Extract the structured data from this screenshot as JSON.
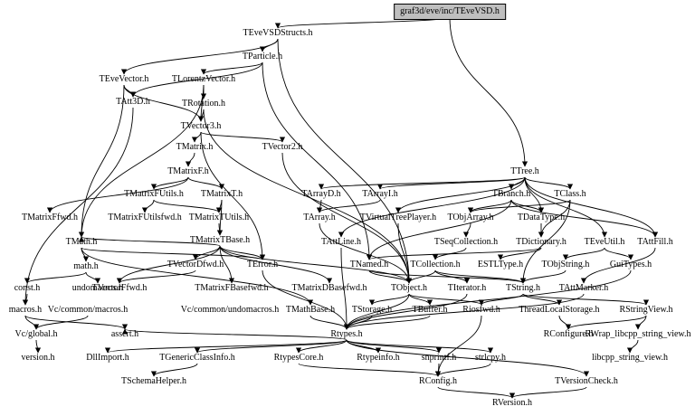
{
  "colors": {
    "root_fill": "#bfbfbf",
    "edge": "#000000",
    "background": "#ffffff"
  },
  "nodes": [
    {
      "id": "root",
      "label": "graf3d/eve/inc/TEveVSD.h"
    },
    {
      "id": "vsdstructs",
      "label": "TEveVSDStructs.h"
    },
    {
      "id": "particle",
      "label": "TParticle.h"
    },
    {
      "id": "evevector",
      "label": "TEveVector.h"
    },
    {
      "id": "lorentz",
      "label": "TLorentzVector.h"
    },
    {
      "id": "att3d",
      "label": "TAtt3D.h"
    },
    {
      "id": "rotation",
      "label": "TRotation.h"
    },
    {
      "id": "vector3",
      "label": "TVector3.h"
    },
    {
      "id": "matrix",
      "label": "TMatrix.h"
    },
    {
      "id": "vector2",
      "label": "TVector2.h"
    },
    {
      "id": "matrixf",
      "label": "TMatrixF.h"
    },
    {
      "id": "ttree",
      "label": "TTree.h"
    },
    {
      "id": "mfutils",
      "label": "TMatrixFUtils.h"
    },
    {
      "id": "matrixt",
      "label": "TMatrixT.h"
    },
    {
      "id": "arrayd",
      "label": "TArrayD.h"
    },
    {
      "id": "arrayi",
      "label": "TArrayI.h"
    },
    {
      "id": "branch",
      "label": "TBranch.h"
    },
    {
      "id": "tclass",
      "label": "TClass.h"
    },
    {
      "id": "mffwd",
      "label": "TMatrixFfwd.h"
    },
    {
      "id": "mfutilsfwd",
      "label": "TMatrixFUtilsfwd.h"
    },
    {
      "id": "mtutils",
      "label": "TMatrixTUtils.h"
    },
    {
      "id": "tarray",
      "label": "TArray.h"
    },
    {
      "id": "vtreeplayer",
      "label": "TVirtualTreePlayer.h"
    },
    {
      "id": "objarray",
      "label": "TObjArray.h"
    },
    {
      "id": "datatype",
      "label": "TDataType.h"
    },
    {
      "id": "tmath",
      "label": "TMath.h"
    },
    {
      "id": "mtbase",
      "label": "TMatrixTBase.h"
    },
    {
      "id": "attline",
      "label": "TAttLine.h"
    },
    {
      "id": "seqcoll",
      "label": "TSeqCollection.h"
    },
    {
      "id": "dictionary",
      "label": "TDictionary.h"
    },
    {
      "id": "eveutil",
      "label": "TEveUtil.h"
    },
    {
      "id": "attfill",
      "label": "TAttFill.h"
    },
    {
      "id": "mathh",
      "label": "math.h"
    },
    {
      "id": "vdfwd",
      "label": "TVectorDfwd.h"
    },
    {
      "id": "terror",
      "label": "TError.h"
    },
    {
      "id": "tnamed",
      "label": "TNamed.h"
    },
    {
      "id": "tcollection",
      "label": "TCollection.h"
    },
    {
      "id": "esttype",
      "label": "ESTLType.h"
    },
    {
      "id": "objstring",
      "label": "TObjString.h"
    },
    {
      "id": "guitypes",
      "label": "GuiTypes.h"
    },
    {
      "id": "consth",
      "label": "const.h"
    },
    {
      "id": "undomacros",
      "label": "undomacros.h"
    },
    {
      "id": "vffwd",
      "label": "TVectorFfwd.h"
    },
    {
      "id": "mfbasefwd",
      "label": "TMatrixFBasefwd.h"
    },
    {
      "id": "mdbasefwd",
      "label": "TMatrixDBasefwd.h"
    },
    {
      "id": "tobject",
      "label": "TObject.h"
    },
    {
      "id": "titerator",
      "label": "TIterator.h"
    },
    {
      "id": "tstring",
      "label": "TString.h"
    },
    {
      "id": "attmarker",
      "label": "TAttMarker.h"
    },
    {
      "id": "macros",
      "label": "macros.h"
    },
    {
      "id": "vcmacros",
      "label": "Vc/common/macros.h"
    },
    {
      "id": "vcundomacros",
      "label": "Vc/common/undomacros.h"
    },
    {
      "id": "mathbase",
      "label": "TMathBase.h"
    },
    {
      "id": "tstorage",
      "label": "TStorage.h"
    },
    {
      "id": "tbuffer",
      "label": "TBuffer.h"
    },
    {
      "id": "riosfwd",
      "label": "Riosfwd.h"
    },
    {
      "id": "tls",
      "label": "ThreadLocalStorage.h"
    },
    {
      "id": "rstringview",
      "label": "RStringView.h"
    },
    {
      "id": "vcglobal",
      "label": "Vc/global.h"
    },
    {
      "id": "asserth",
      "label": "assert.h"
    },
    {
      "id": "rtypes",
      "label": "Rtypes.h"
    },
    {
      "id": "rconfigure",
      "label": "RConfigure.h"
    },
    {
      "id": "rwrap",
      "label": "RWrap_libcpp_string_view.h"
    },
    {
      "id": "versionh",
      "label": "version.h"
    },
    {
      "id": "dllimport",
      "label": "DllImport.h"
    },
    {
      "id": "genclassinfo",
      "label": "TGenericClassInfo.h"
    },
    {
      "id": "rtypescore",
      "label": "RtypesCore.h"
    },
    {
      "id": "rtypeinfo",
      "label": "Rtypeinfo.h"
    },
    {
      "id": "snprintf",
      "label": "snprintf.h"
    },
    {
      "id": "strlcpy",
      "label": "strlcpy.h"
    },
    {
      "id": "libcppsv",
      "label": "libcpp_string_view.h"
    },
    {
      "id": "schemahelper",
      "label": "TSchemaHelper.h"
    },
    {
      "id": "rconfig",
      "label": "RConfig.h"
    },
    {
      "id": "versioncheck",
      "label": "TVersionCheck.h"
    },
    {
      "id": "rversion",
      "label": "RVersion.h"
    }
  ],
  "edges": [
    [
      "root",
      "vsdstructs"
    ],
    [
      "root",
      "ttree"
    ],
    [
      "vsdstructs",
      "evevector"
    ],
    [
      "vsdstructs",
      "particle"
    ],
    [
      "vsdstructs",
      "tobject"
    ],
    [
      "particle",
      "lorentz"
    ],
    [
      "particle",
      "att3d"
    ],
    [
      "particle",
      "tnamed"
    ],
    [
      "evevector",
      "att3d"
    ],
    [
      "evevector",
      "tmath"
    ],
    [
      "evevector",
      "vector3"
    ],
    [
      "att3d",
      "macros"
    ],
    [
      "lorentz",
      "rotation"
    ],
    [
      "lorentz",
      "tmath"
    ],
    [
      "lorentz",
      "vector3"
    ],
    [
      "rotation",
      "vector3"
    ],
    [
      "rotation",
      "tobject"
    ],
    [
      "vector3",
      "matrix"
    ],
    [
      "vector3",
      "vector2"
    ],
    [
      "vector3",
      "terror"
    ],
    [
      "vector2",
      "tobject"
    ],
    [
      "matrix",
      "matrixf"
    ],
    [
      "matrixf",
      "mffwd"
    ],
    [
      "matrixf",
      "mfutils"
    ],
    [
      "matrixf",
      "matrixt"
    ],
    [
      "mfutils",
      "mtutils"
    ],
    [
      "mfutils",
      "mfutilsfwd"
    ],
    [
      "matrixt",
      "mtutils"
    ],
    [
      "matrixt",
      "mtbase"
    ],
    [
      "mtutils",
      "mtbase"
    ],
    [
      "mtbase",
      "tmath"
    ],
    [
      "mtbase",
      "vffwd"
    ],
    [
      "mtbase",
      "vdfwd"
    ],
    [
      "mtbase",
      "terror"
    ],
    [
      "mtbase",
      "mfbasefwd"
    ],
    [
      "mtbase",
      "mdbasefwd"
    ],
    [
      "mtbase",
      "tobject"
    ],
    [
      "ttree",
      "arrayd"
    ],
    [
      "ttree",
      "arrayi"
    ],
    [
      "ttree",
      "branch"
    ],
    [
      "ttree",
      "tclass"
    ],
    [
      "ttree",
      "eveutil"
    ],
    [
      "ttree",
      "attfill"
    ],
    [
      "ttree",
      "vtreeplayer"
    ],
    [
      "ttree",
      "datatype"
    ],
    [
      "ttree",
      "attline"
    ],
    [
      "arrayd",
      "tarray"
    ],
    [
      "arrayi",
      "tarray"
    ],
    [
      "tarray",
      "tobject"
    ],
    [
      "branch",
      "objarray"
    ],
    [
      "branch",
      "datatype"
    ],
    [
      "branch",
      "tnamed"
    ],
    [
      "branch",
      "attfill"
    ],
    [
      "tclass",
      "dictionary"
    ],
    [
      "tclass",
      "objarray"
    ],
    [
      "tclass",
      "tstring"
    ],
    [
      "objarray",
      "seqcoll"
    ],
    [
      "datatype",
      "dictionary"
    ],
    [
      "seqcoll",
      "tcollection"
    ],
    [
      "dictionary",
      "tnamed"
    ],
    [
      "dictionary",
      "esttype"
    ],
    [
      "vtreeplayer",
      "tobject"
    ],
    [
      "attline",
      "rtypes"
    ],
    [
      "eveutil",
      "guitypes"
    ],
    [
      "eveutil",
      "objstring"
    ],
    [
      "attfill",
      "attmarker"
    ],
    [
      "tmath",
      "mathh"
    ],
    [
      "tmath",
      "terror"
    ],
    [
      "tmath",
      "mathbase"
    ],
    [
      "mathh",
      "consth"
    ],
    [
      "mathh",
      "undomacros"
    ],
    [
      "consth",
      "macros"
    ],
    [
      "macros",
      "vcglobal"
    ],
    [
      "macros",
      "asserth"
    ],
    [
      "vcmacros",
      "vcglobal"
    ],
    [
      "vdfwd",
      "vffwd"
    ],
    [
      "terror",
      "rtypes"
    ],
    [
      "tnamed",
      "tobject"
    ],
    [
      "tnamed",
      "tstring"
    ],
    [
      "tcollection",
      "tobject"
    ],
    [
      "tcollection",
      "titerator"
    ],
    [
      "tcollection",
      "tstring"
    ],
    [
      "objstring",
      "tstring"
    ],
    [
      "guitypes",
      "rtypes"
    ],
    [
      "tobject",
      "tstorage"
    ],
    [
      "tobject",
      "tbuffer"
    ],
    [
      "tobject",
      "rtypes"
    ],
    [
      "tobject",
      "riosfwd"
    ],
    [
      "titerator",
      "rtypes"
    ],
    [
      "tstring",
      "tls"
    ],
    [
      "tstring",
      "rstringview"
    ],
    [
      "tstring",
      "riosfwd"
    ],
    [
      "attmarker",
      "rtypes"
    ],
    [
      "mathbase",
      "rtypes"
    ],
    [
      "tstorage",
      "rtypes"
    ],
    [
      "tbuffer",
      "rtypes"
    ],
    [
      "riosfwd",
      "rconfig"
    ],
    [
      "tls",
      "rconfigure"
    ],
    [
      "rstringview",
      "rconfigure"
    ],
    [
      "rstringview",
      "rwrap"
    ],
    [
      "rwrap",
      "libcppsv"
    ],
    [
      "vcglobal",
      "versionh"
    ],
    [
      "rtypes",
      "dllimport"
    ],
    [
      "rtypes",
      "genclassinfo"
    ],
    [
      "rtypes",
      "rtypescore"
    ],
    [
      "rtypes",
      "rtypeinfo"
    ],
    [
      "rtypes",
      "snprintf"
    ],
    [
      "rtypes",
      "strlcpy"
    ],
    [
      "rtypes",
      "asserth"
    ],
    [
      "rtypes",
      "versioncheck"
    ],
    [
      "genclassinfo",
      "schemahelper"
    ],
    [
      "rtypescore",
      "rconfig"
    ],
    [
      "snprintf",
      "rconfig"
    ],
    [
      "strlcpy",
      "rconfig"
    ],
    [
      "rconfig",
      "rversion"
    ],
    [
      "versioncheck",
      "rversion"
    ]
  ]
}
